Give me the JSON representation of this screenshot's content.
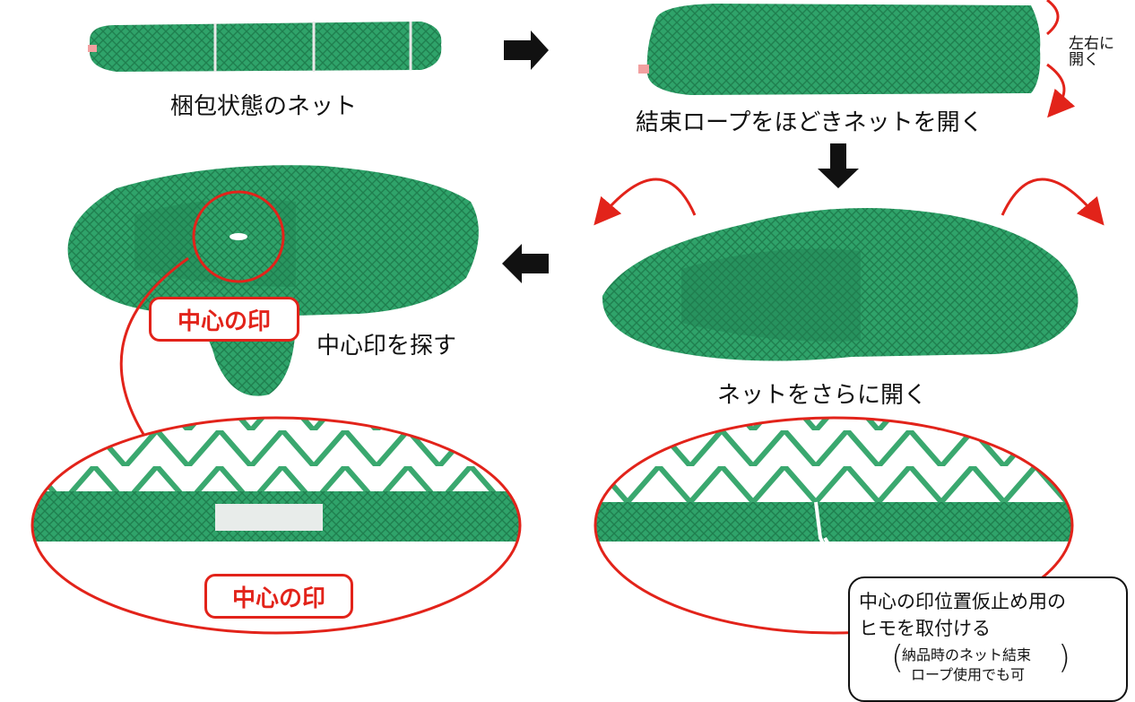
{
  "labels": {
    "packed_net": "梱包状態のネット",
    "untie_open": "結束ロープをほどきネットを開く",
    "open_lr_line1": "左右に",
    "open_lr_line2": "開く",
    "open_further": "ネットをさらに開く",
    "find_center": "中心印を探す",
    "center_mark_top": "中心の印",
    "center_mark_bottom": "中心の印"
  },
  "note": {
    "line1": "中心の印位置仮止め用の",
    "line2": "ヒモを取付ける",
    "sub_line1": "納品時のネット結束",
    "sub_line2": "ロープ使用でも可"
  },
  "colors": {
    "net_green": "#2fa36a",
    "net_dark": "#1f7f4f",
    "accent_red": "#e2231a",
    "arrow_black": "#111111"
  }
}
